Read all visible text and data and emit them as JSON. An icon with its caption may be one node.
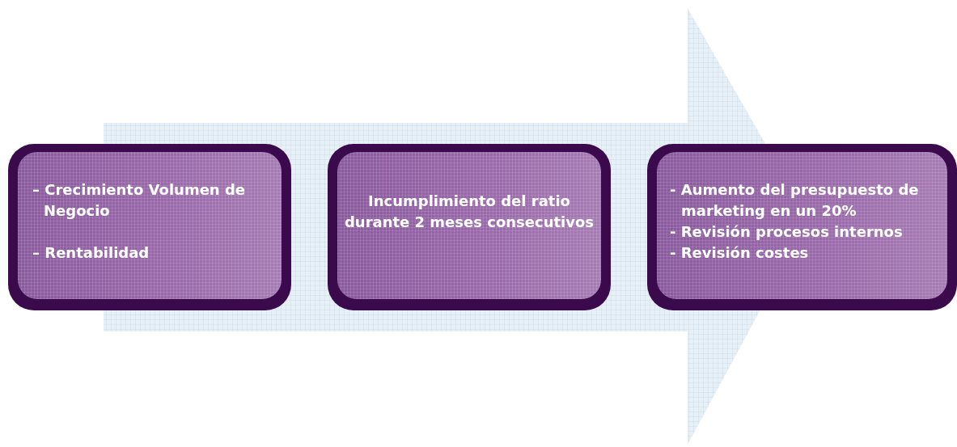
{
  "diagram": {
    "nodes": [
      {
        "text": [
          "– Crecimiento Volumen de Negocio",
          "– Rentabilidad"
        ]
      },
      {
        "text": [
          "Incumplimiento del ratio durante 2 meses consecutivos"
        ]
      },
      {
        "text": [
          "- Aumento del presupuesto de marketing en un 20%",
          "- Revisión procesos internos",
          "- Revisión costes"
        ]
      }
    ]
  }
}
